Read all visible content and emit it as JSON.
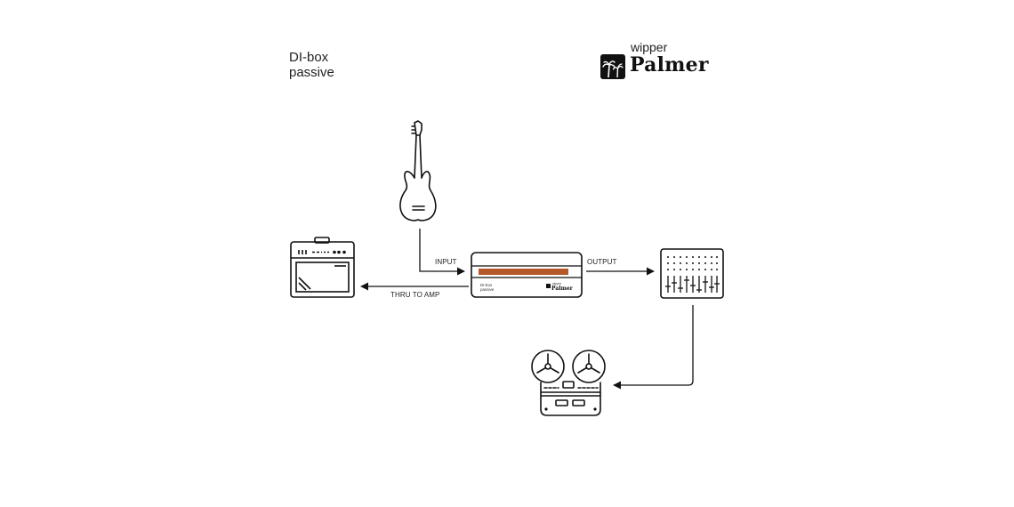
{
  "product": {
    "name_line1": "DI-box",
    "name_line2": "passive"
  },
  "brand": {
    "tagline": "wipper",
    "name": "Palmer"
  },
  "connections": {
    "input": "INPUT",
    "output": "OUTPUT",
    "thru": "THRU TO AMP"
  },
  "device": {
    "label_line1": "DI-box",
    "label_line2": "passive",
    "brand_tagline": "wipper",
    "brand_name": "Palmer",
    "accent_color": "#b5582a"
  },
  "icons": [
    "electric-guitar-icon",
    "guitar-amplifier-icon",
    "mixing-console-icon",
    "reel-to-reel-recorder-icon",
    "palm-tree-logo-icon"
  ]
}
